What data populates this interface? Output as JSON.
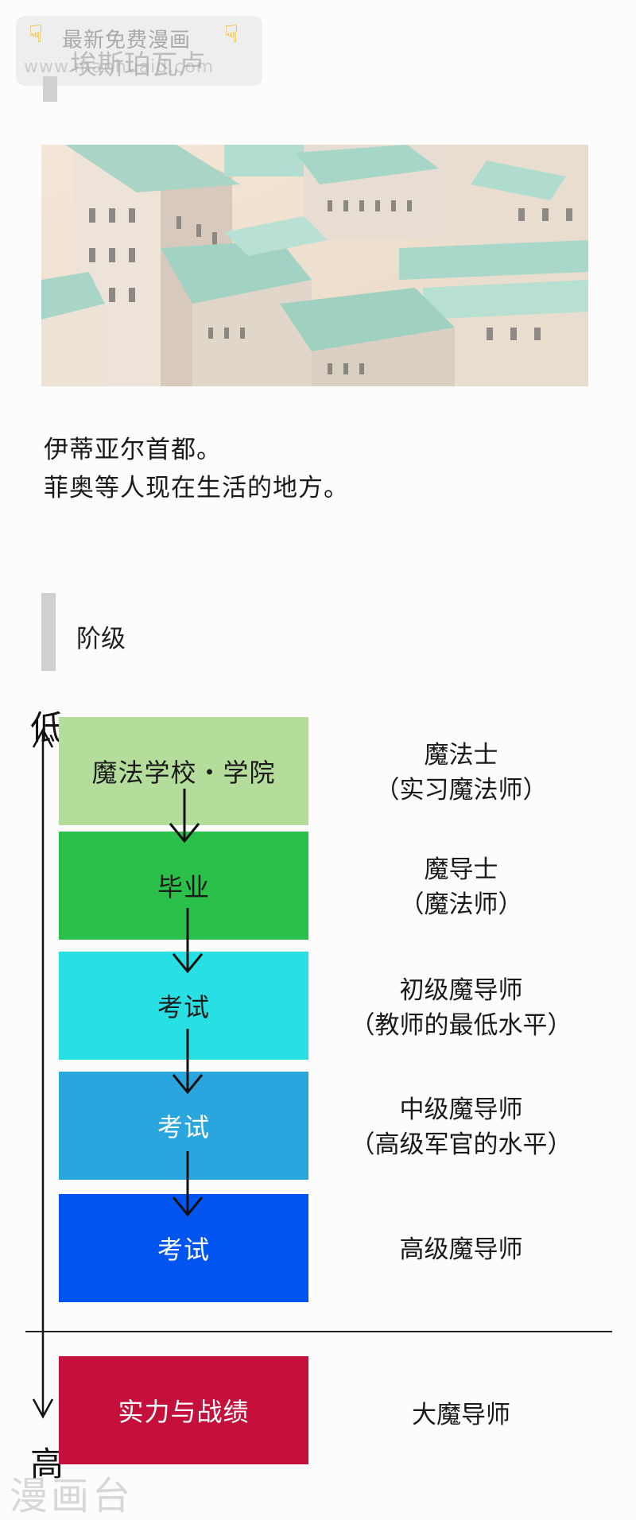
{
  "watermark_top": {
    "line1": "最新免费漫画",
    "line2": "www.manhuaid.com",
    "overlap_text": "埃斯珀瓦卢"
  },
  "caption": {
    "line1": "伊蒂亚尔首都。",
    "line2": "菲奥等人现在生活的地方。"
  },
  "section": {
    "title": "阶级"
  },
  "axis": {
    "low": "低",
    "high": "高"
  },
  "steps": [
    {
      "label": "魔法学校・学院",
      "color": "#b4dc9b",
      "text_color": "#1a1a1a",
      "rank_line1": "魔法士",
      "rank_line2": "（实习魔法师）"
    },
    {
      "label": "毕业",
      "color": "#2ac04a",
      "text_color": "#1a1a1a",
      "rank_line1": "魔导士",
      "rank_line2": "（魔法师）"
    },
    {
      "label": "考试",
      "color": "#28e0e4",
      "text_color": "#1a1a1a",
      "rank_line1": "初级魔导师",
      "rank_line2": "（教师的最低水平）"
    },
    {
      "label": "考试",
      "color": "#2aa6de",
      "text_color": "#ffffff",
      "rank_line1": "中级魔导师",
      "rank_line2": "（高级军官的水平）"
    },
    {
      "label": "考试",
      "color": "#0054f0",
      "text_color": "#ffffff",
      "rank_line1": "高级魔导师",
      "rank_line2": ""
    }
  ],
  "final_step": {
    "label": "实力与战绩",
    "color": "#c4103a",
    "text_color": "#ffffff",
    "rank": "大魔导师"
  },
  "watermark_bottom": "漫画台"
}
